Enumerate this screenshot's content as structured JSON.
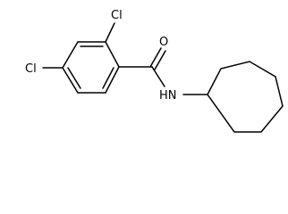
{
  "molecule": {
    "atoms": {
      "cl_top": "Cl",
      "cl_left": "Cl",
      "carbonyl_oxygen": "O",
      "amide_nh": "HN"
    },
    "colors": {
      "bond": "#000000",
      "label": "#000000",
      "background": "#ffffff"
    }
  }
}
